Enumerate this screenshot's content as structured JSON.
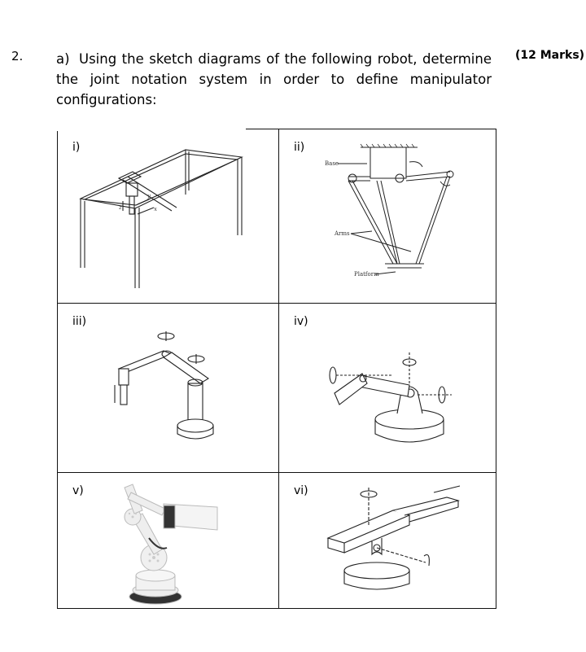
{
  "question": {
    "number": "2.",
    "part_label": "a)",
    "text": "Using the sketch diagrams of the following robot, determine the joint notation system in order to define manipulator configurations:",
    "marks": "(12 Marks)"
  },
  "figures": [
    {
      "label": "i)",
      "annotations": {
        "z": "z",
        "y": "y",
        "x": "x"
      }
    },
    {
      "label": "ii)",
      "annotations": {
        "base": "Base",
        "arms": "Arms",
        "platform": "Platform"
      }
    },
    {
      "label": "iii)"
    },
    {
      "label": "iv)"
    },
    {
      "label": "v)"
    },
    {
      "label": "vi)"
    }
  ]
}
